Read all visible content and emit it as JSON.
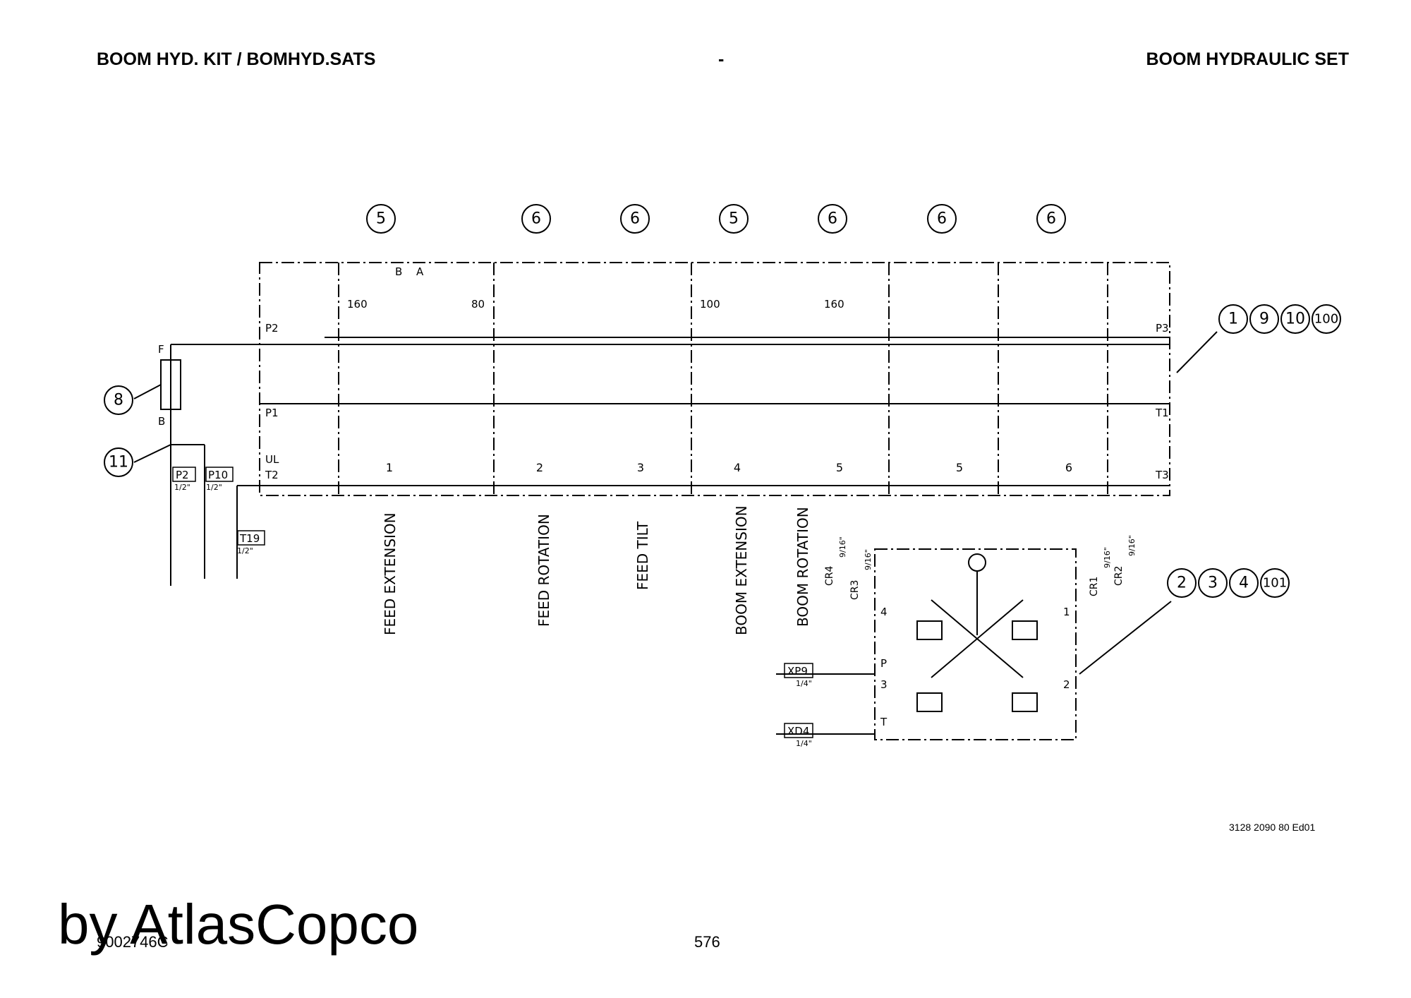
{
  "header": {
    "left": "BOOM HYD. KIT / BOMHYD.SATS",
    "center": "-",
    "right": "BOOM HYDRAULIC SET"
  },
  "footer": {
    "doc_ref": "3128 2090 80 Ed01",
    "page_number": "576",
    "drawing_number": "9002746C",
    "watermark": "by AtlasCopco"
  },
  "callouts": {
    "c5a": "5",
    "c6a": "6",
    "c6b": "6",
    "c5b": "5",
    "c6c": "6",
    "c6d": "6",
    "c6e": "6",
    "c1": "1",
    "c9": "9",
    "c10": "10",
    "c100": "100",
    "c2": "2",
    "c3": "3",
    "c4": "4",
    "c101": "101",
    "c8": "8",
    "c11": "11"
  },
  "ports": {
    "B": "B",
    "A": "A",
    "P2": "P2",
    "P1": "P1",
    "UL": "UL",
    "T2": "T2",
    "F": "F",
    "B_filter": "B",
    "P3": "P3",
    "T1": "T1",
    "T3": "T3",
    "P": "P",
    "T": "T",
    "n1": "1",
    "n2": "2",
    "n3": "3",
    "n4": "4"
  },
  "pressures": {
    "p160a": "160",
    "p80": "80",
    "p100": "100",
    "p160b": "160"
  },
  "sections": [
    "1",
    "2",
    "3",
    "4",
    "5",
    "5",
    "6"
  ],
  "function_labels": [
    "FEED EXTENSION",
    "FEED ROTATION",
    "FEED TILT",
    "BOOM EXTENSION",
    "BOOM ROTATION"
  ],
  "connections": {
    "P2": {
      "name": "P2",
      "size": "1/2\""
    },
    "P10": {
      "name": "P10",
      "size": "1/2\""
    },
    "T19": {
      "name": "T19",
      "size": "1/2\""
    },
    "XP9": {
      "name": "XP9",
      "size": "1/4\""
    },
    "XD4": {
      "name": "XD4",
      "size": "1/4\""
    },
    "CR1": {
      "name": "CR1",
      "size": "9/16\""
    },
    "CR2": {
      "name": "CR2",
      "size": "9/16\""
    },
    "CR3": {
      "name": "CR3",
      "size": "9/16\""
    },
    "CR4": {
      "name": "CR4",
      "size": "9/16\""
    }
  }
}
